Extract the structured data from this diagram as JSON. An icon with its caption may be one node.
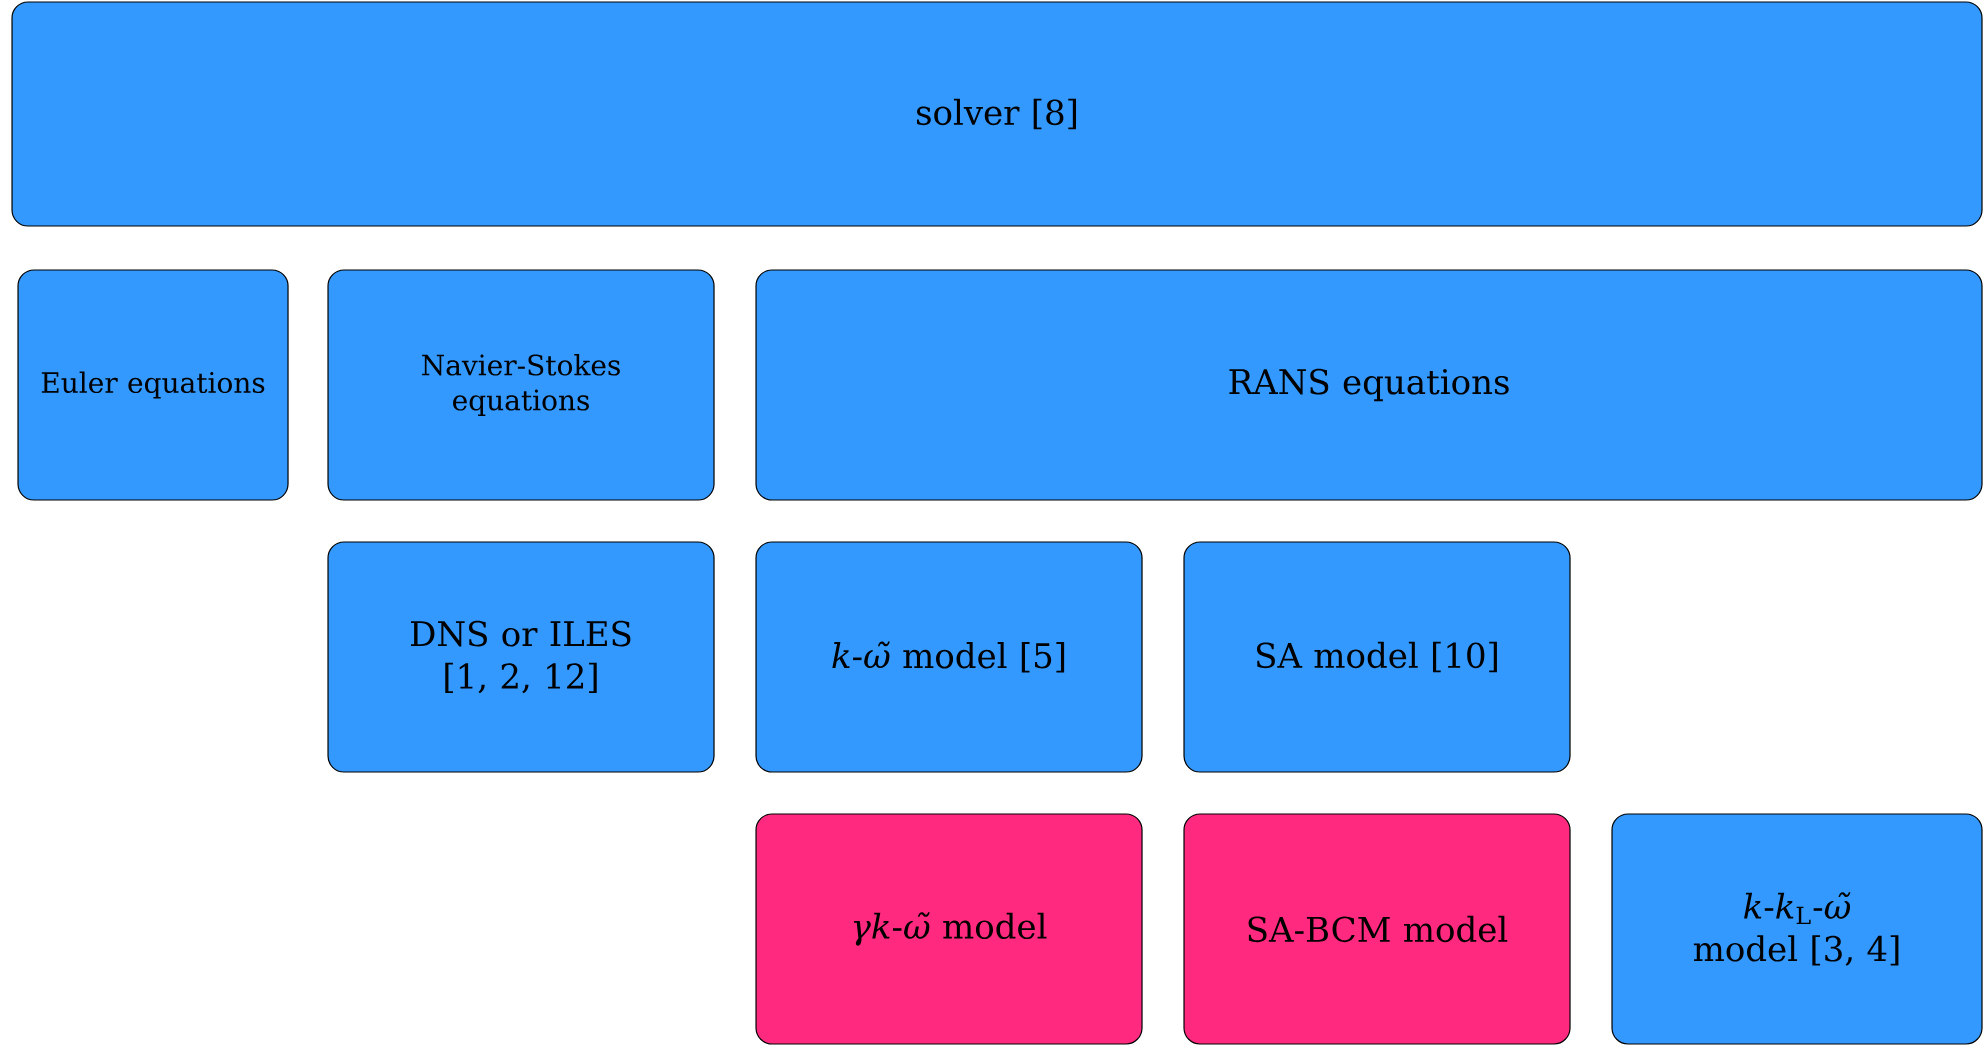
{
  "diagram": {
    "nodes": [
      {
        "text": [
          "solver [8]"
        ]
      },
      {
        "text": [
          "Euler equations"
        ]
      },
      {
        "text": [
          "Navier-Stokes equations"
        ]
      },
      {
        "text": [
          "RANS equations"
        ]
      },
      {
        "text": [
          "DNS or ILES [1, 2, 12]"
        ]
      },
      {
        "text": [
          "*k*-*ω̃* model [5]"
        ]
      },
      {
        "text": [
          "SA model [10]"
        ]
      },
      {
        "text": [
          "*γk*-*ω̃* model"
        ]
      },
      {
        "text": [
          "SA-BCM model"
        ]
      },
      {
        "text": [
          "*k*-*k*$_{L}$-*ω̃* model [3, 4]"
        ]
      }
    ]
  }
}
